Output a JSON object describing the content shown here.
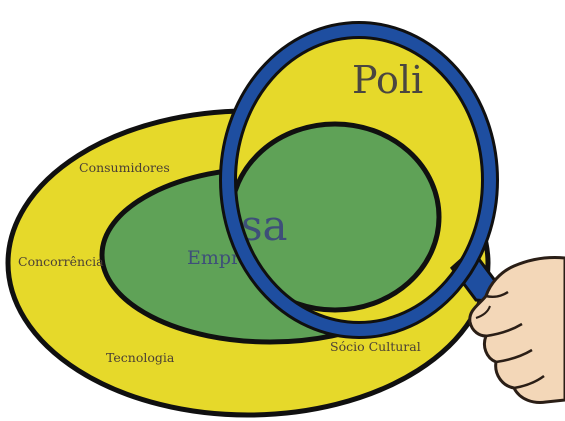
{
  "diagram": {
    "outer_ring": {
      "labels": {
        "top": "Consumidores",
        "left": "Concorrência",
        "bottom": "Tecnologia",
        "right": "Sócio Cultural"
      }
    },
    "inner_circle": {
      "label_inside_lens": "sa",
      "label_outside_lens": "Empr"
    },
    "magnified_circle": {
      "label": "Poli"
    },
    "colors": {
      "outer_ring": "#e6d92a",
      "inner_circle": "#5fa257",
      "outline": "#101010",
      "lens_frame": "#1e4ea0",
      "skin": "#f3d7b8"
    },
    "icons": {
      "magnifier": "magnifying-glass-icon",
      "hand": "hand-icon"
    }
  }
}
